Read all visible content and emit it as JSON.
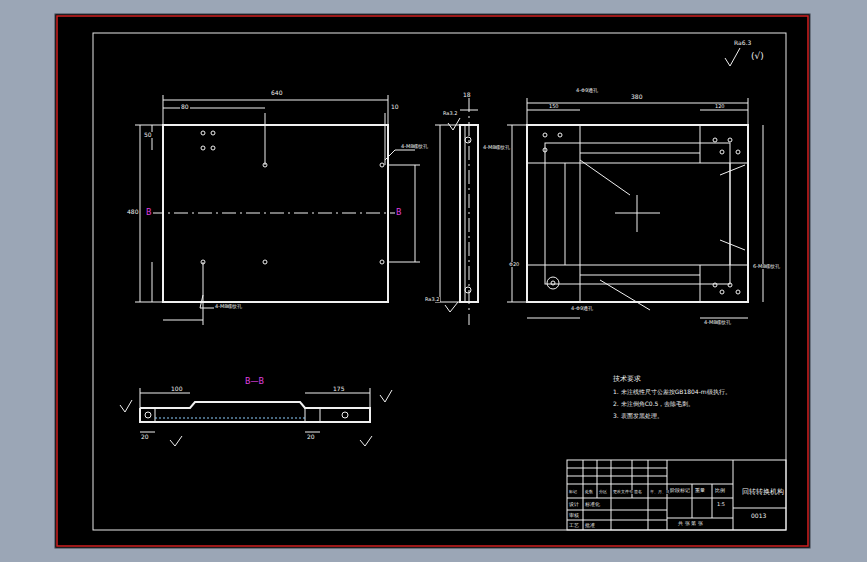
{
  "diagram": {
    "labels": [
      "B—B",
      "B",
      "B",
      "Ra6.3",
      "(√)",
      "技术要求",
      "1. 未注线性尺寸公差按GB1804-m级执行。",
      "2. 未注倒角C0.5，去除毛刺。",
      "3. 表面发黑处理。",
      "回转转换机构",
      "0013",
      "1:5",
      "640",
      "80",
      "10",
      "4-M8螺纹孔",
      "4-M8螺纹孔",
      "480",
      "50",
      "4-M8螺纹孔",
      "18",
      "380",
      "150",
      "120",
      "4-Φ9通孔",
      "Φ20",
      "4-Φ9通孔",
      "6-M8螺纹孔",
      "4-M8螺纹孔",
      "Ra3.2",
      "Ra3.2",
      "100",
      "175",
      "20",
      "20",
      "标记",
      "处数",
      "分区",
      "更改文件号",
      "签名",
      "年、月、日",
      "设计",
      "标准化",
      "审核",
      "工艺",
      "批准",
      "阶段标记",
      "重量",
      "比例",
      "共 张 第 张"
    ]
  }
}
